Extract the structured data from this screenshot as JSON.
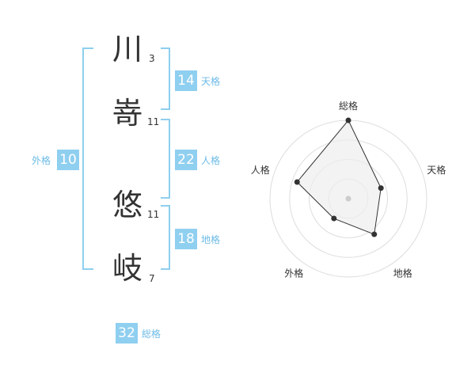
{
  "name_chars": [
    {
      "char": "川",
      "strokes": "3"
    },
    {
      "char": "嵜",
      "strokes": "11"
    },
    {
      "char": "悠",
      "strokes": "11"
    },
    {
      "char": "岐",
      "strokes": "7"
    }
  ],
  "kakusu": {
    "tenkaku": {
      "value": "14",
      "label": "天格"
    },
    "jinkaku": {
      "value": "22",
      "label": "人格"
    },
    "chikaku": {
      "value": "18",
      "label": "地格"
    },
    "gaikaku": {
      "value": "10",
      "label": "外格"
    },
    "soukaku": {
      "value": "32",
      "label": "総格"
    }
  },
  "colors": {
    "accent": "#8fcff0",
    "bracket": "#8ecfef",
    "text": "#333333",
    "polygon_fill": "#eeeeee"
  },
  "chart_data": {
    "type": "radar",
    "axes": [
      "総格",
      "天格",
      "地格",
      "外格",
      "人格"
    ],
    "values": [
      32,
      14,
      18,
      10,
      22
    ],
    "range": [
      0,
      32
    ],
    "rings": 4
  }
}
